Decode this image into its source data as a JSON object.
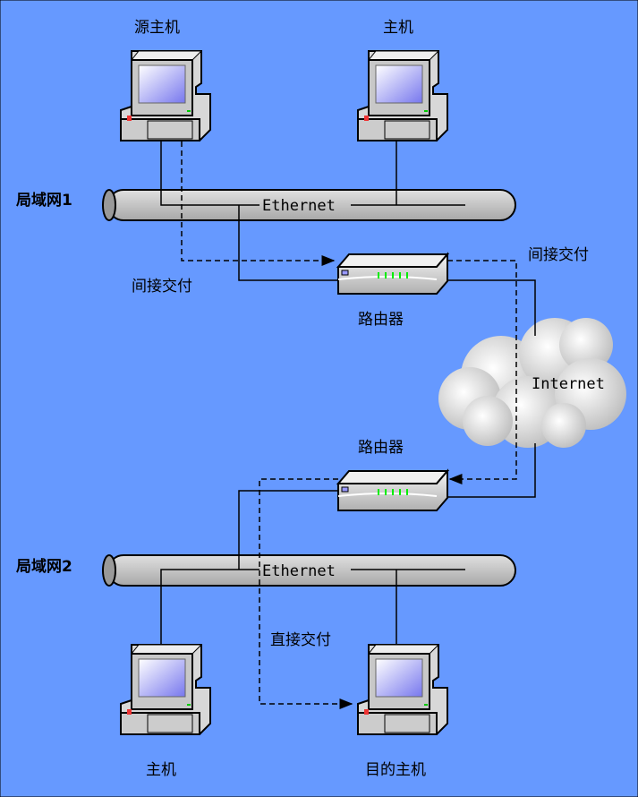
{
  "colors": {
    "background": "#6699ff",
    "pipe": "#c8c8c8",
    "led": "#00ee00"
  },
  "labels": {
    "source_host": "源主机",
    "host_top": "主机",
    "lan1": "局域网1",
    "ethernet1": "Ethernet",
    "indirect_left": "间接交付",
    "indirect_right": "间接交付",
    "router1": "路由器",
    "internet": "Internet",
    "router2": "路由器",
    "lan2": "局域网2",
    "ethernet2": "Ethernet",
    "direct": "直接交付",
    "host_bottom": "主机",
    "dest_host": "目的主机"
  },
  "icons": [
    "computer-icon",
    "router-icon",
    "cloud-icon"
  ]
}
